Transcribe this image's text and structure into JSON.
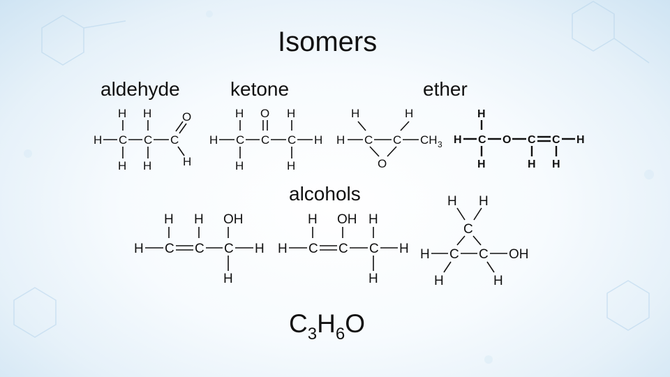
{
  "title": "Isomers",
  "labels": {
    "aldehyde": "aldehyde",
    "ketone": "ketone",
    "ether": "ether",
    "alcohols": "alcohols"
  },
  "formula": {
    "c": "C",
    "c_count": "3",
    "h": "H",
    "h_count": "6",
    "o": "O"
  },
  "colors": {
    "background_light": "#ffffff",
    "background_edge": "#cfe4f3",
    "text": "#111111"
  }
}
